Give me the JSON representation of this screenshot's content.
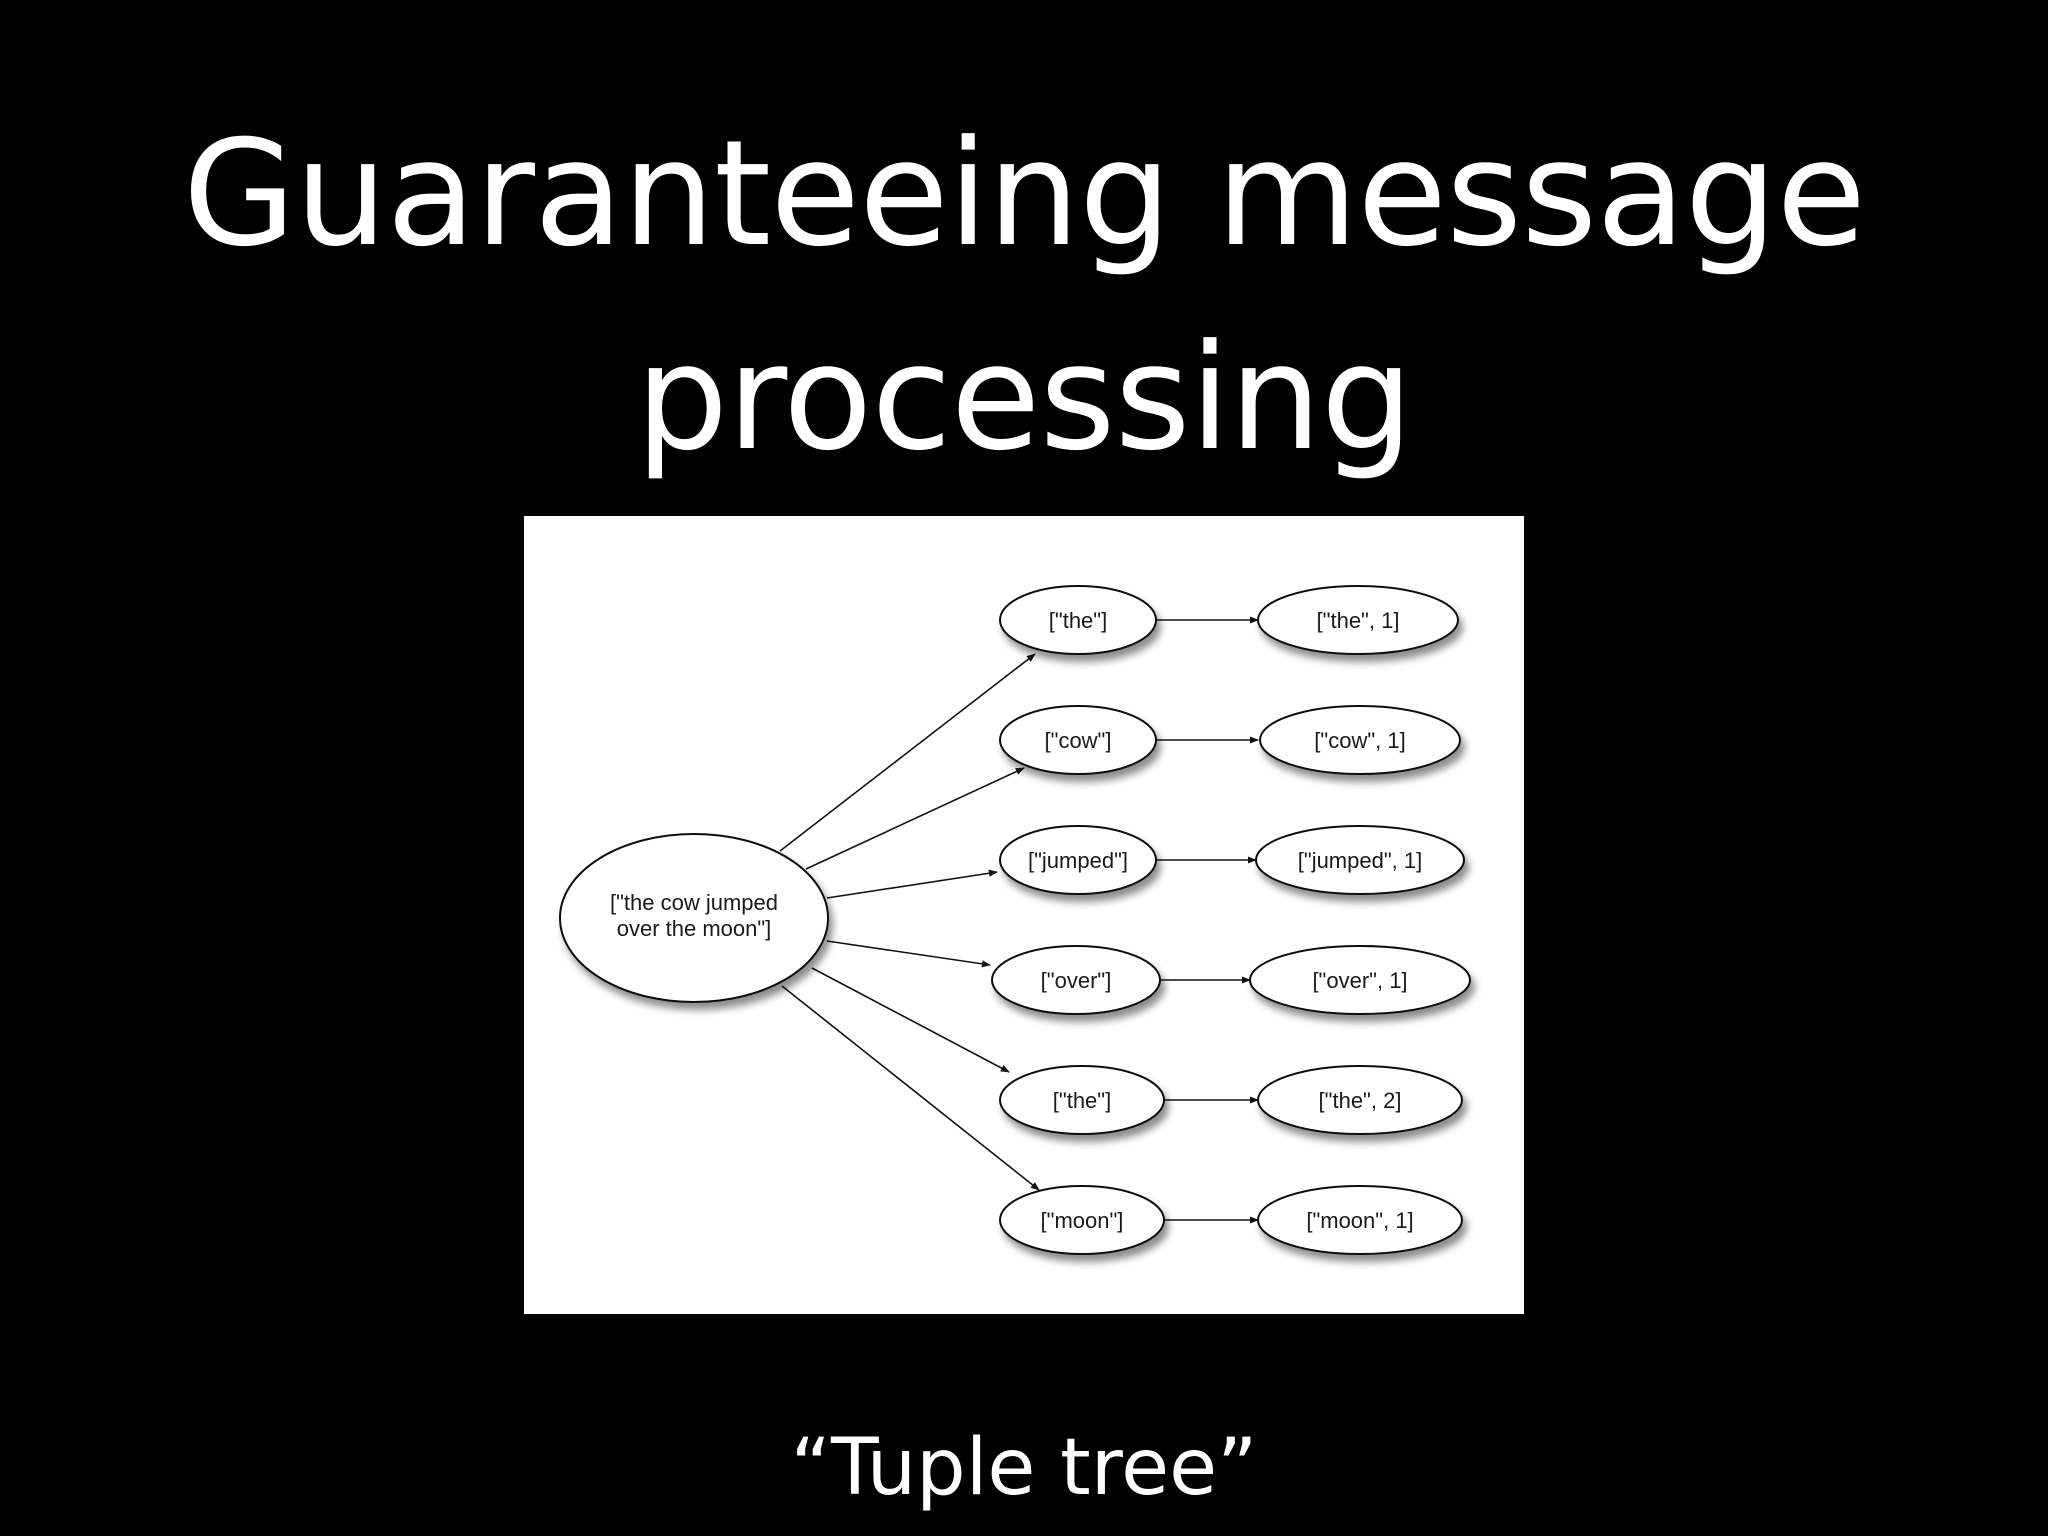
{
  "slide": {
    "title_line1": "Guaranteeing message",
    "title_line2": "processing",
    "caption": "“Tuple tree”"
  },
  "colors": {
    "background": "#000000",
    "text": "#ffffff",
    "diagram_background": "#ffffff",
    "node_stroke": "#111111",
    "node_fill": "#ffffff"
  },
  "diagram": {
    "root": {
      "line1": "[\"the cow jumped",
      "line2": "over the moon\"]"
    },
    "words": [
      {
        "label": "[\"the\"]",
        "count_label": "[\"the\", 1]"
      },
      {
        "label": "[\"cow\"]",
        "count_label": "[\"cow\", 1]"
      },
      {
        "label": "[\"jumped\"]",
        "count_label": "[\"jumped\", 1]"
      },
      {
        "label": "[\"over\"]",
        "count_label": "[\"over\", 1]"
      },
      {
        "label": "[\"the\"]",
        "count_label": "[\"the\", 2]"
      },
      {
        "label": "[\"moon\"]",
        "count_label": "[\"moon\", 1]"
      }
    ]
  }
}
